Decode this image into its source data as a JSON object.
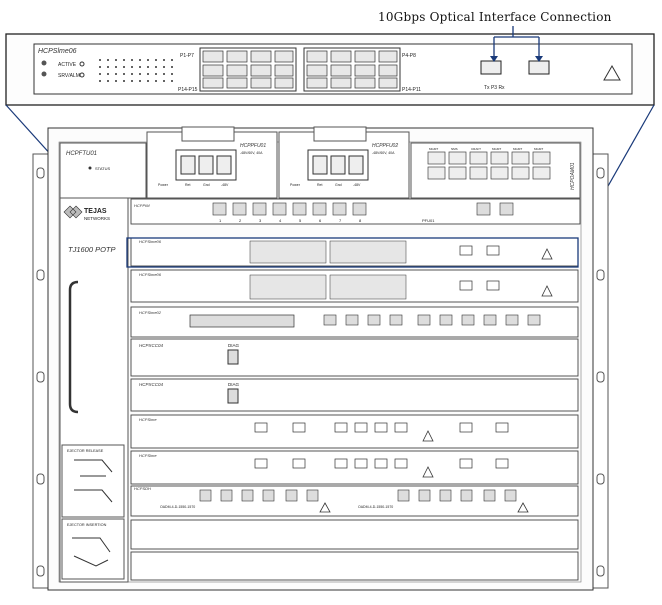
{
  "caption": "10Gbps Optical Interface Connection",
  "zoom_card": {
    "name": "HCPSlme06",
    "led1": "ACTIVE",
    "led2": "SRV/ALM",
    "port_group_top_left": "P1-P7",
    "port_group_bottom_left": "P14-P15",
    "port_group_top_right": "P4-P8",
    "port_group_bottom_right": "P14-P11",
    "xfp_label": "Tx  P3  Rx"
  },
  "chassis": {
    "model": "TJ1600 POTP",
    "brand_line1": "TEJAS",
    "brand_line2": "NETWORKS",
    "fan_unit": "HCPFTU01",
    "fan_status": "STATUS",
    "pfu1": "HCPPFU01",
    "pfu1_spec": "-48V/60V, 40A",
    "pfu2": "HCPPFU02",
    "pfu2_spec": "-48V/60V, 40A",
    "pfu_terminals": [
      "Power",
      "Ret",
      "Gnd",
      "-48V"
    ],
    "alarm_unit": "HCPOAM01",
    "alarm_ports": [
      "MGMT",
      "NMS",
      "CRAFT",
      "MGMT",
      "MGMT",
      "MGMT"
    ],
    "ejector_release": "EJECTOR RELEASE",
    "ejector_insertion": "EJECTOR INSERTION"
  },
  "cards": [
    {
      "name": "HCPPIM",
      "ports": [
        "1",
        "2",
        "3",
        "4",
        "5",
        "6",
        "7",
        "8"
      ]
    },
    {
      "name": "HCPSlme06"
    },
    {
      "name": "HCPSlme06"
    },
    {
      "name": "HCPSlme02"
    },
    {
      "name": "HCPXCC04",
      "diag": "DIAG"
    },
    {
      "name": "HCPXCC04",
      "diag": "DIAG"
    },
    {
      "name": "HCPSlme"
    },
    {
      "name": "HCPSlme"
    },
    {
      "name": "HCPSDH"
    }
  ],
  "pfu_small_card": "PFU01",
  "optical_labels": {
    "left": "OADM-4-D-1550-1570",
    "right": "OADM-4-D-1550-1570"
  }
}
